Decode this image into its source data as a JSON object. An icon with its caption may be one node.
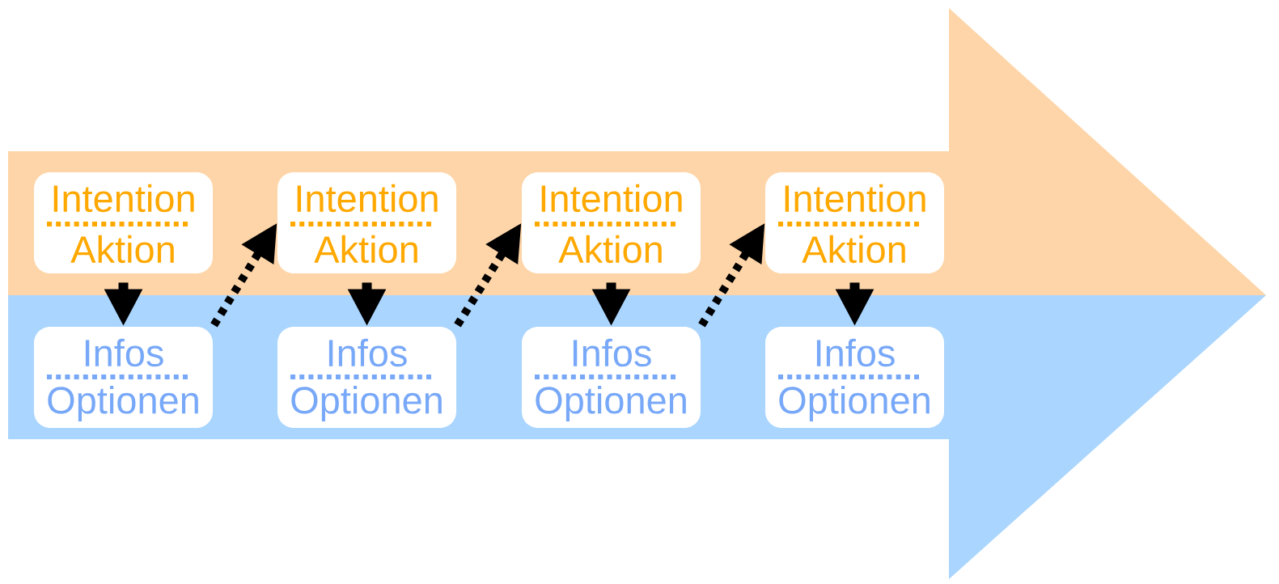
{
  "diagram": {
    "nodes": [
      {
        "text": [],
        "shape": "band"
      },
      {
        "text": [],
        "shape": "band"
      },
      {
        "text": [
          "Intention",
          "Aktion"
        ],
        "in": 0
      },
      {
        "text": [
          "Infos",
          "Optionen"
        ],
        "in": 1
      },
      {
        "text": [
          "Intention",
          "Aktion"
        ],
        "in": 0
      },
      {
        "text": [
          "Infos",
          "Optionen"
        ],
        "in": 1
      },
      {
        "text": [
          "Intention",
          "Aktion"
        ],
        "in": 0
      },
      {
        "text": [
          "Infos",
          "Optionen"
        ],
        "in": 1
      },
      {
        "text": [
          "Intention",
          "Aktion"
        ],
        "in": 0
      },
      {
        "text": [
          "Infos",
          "Optionen"
        ],
        "in": 1
      }
    ],
    "edges": [
      {
        "from": 2,
        "to": 3,
        "arrow": "to"
      },
      {
        "from": 3,
        "to": 4,
        "arrow": "to",
        "style": "dashed"
      },
      {
        "from": 4,
        "to": 5,
        "arrow": "to"
      },
      {
        "from": 5,
        "to": 6,
        "arrow": "to",
        "style": "dashed"
      },
      {
        "from": 6,
        "to": 7,
        "arrow": "to"
      },
      {
        "from": 7,
        "to": 8,
        "arrow": "to",
        "style": "dashed"
      },
      {
        "from": 8,
        "to": 9,
        "arrow": "to"
      }
    ]
  }
}
